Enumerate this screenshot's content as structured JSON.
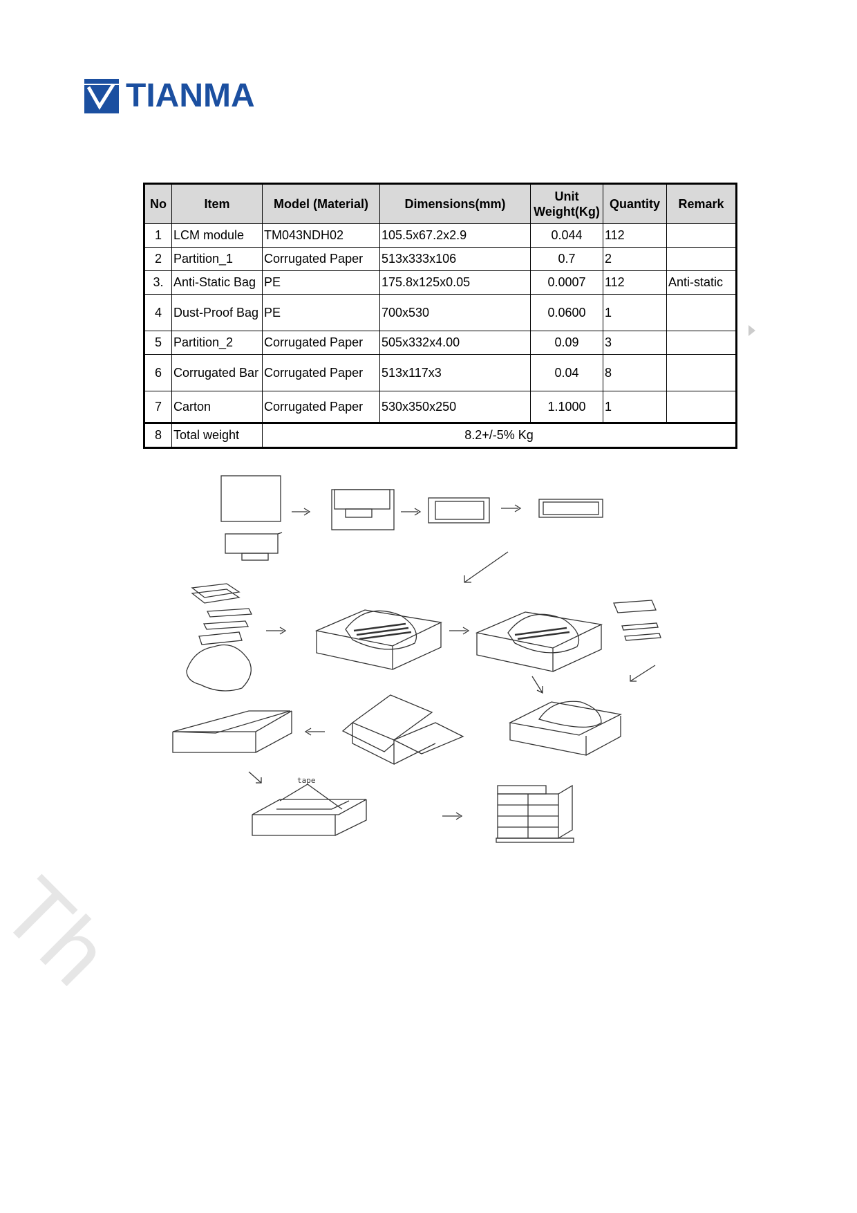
{
  "brand": {
    "name": "TIANMA",
    "color": "#1b4fa0"
  },
  "table": {
    "headers": {
      "no": "No",
      "item": "Item",
      "model": "Model (Material)",
      "dimensions": "Dimensions(mm)",
      "weight_line1": "Unit",
      "weight_line2": "Weight(Kg)",
      "quantity": "Quantity",
      "remark": "Remark"
    },
    "rows": [
      {
        "no": "1",
        "item": "LCM module",
        "model": "TM043NDH02",
        "dimensions": "105.5x67.2x2.9",
        "weight": "0.044",
        "quantity": "112",
        "remark": ""
      },
      {
        "no": "2",
        "item": "Partition_1",
        "model": "Corrugated Paper",
        "dimensions": "513x333x106",
        "weight": "0.7",
        "quantity": "2",
        "remark": ""
      },
      {
        "no": "3.",
        "item": "Anti-Static Bag",
        "model": "PE",
        "dimensions": "175.8x125x0.05",
        "weight": "0.0007",
        "quantity": "112",
        "remark": "Anti-static"
      },
      {
        "no": "4",
        "item": "Dust-Proof Bag",
        "model": "PE",
        "dimensions": "700x530",
        "weight": "0.0600",
        "quantity": "1",
        "remark": ""
      },
      {
        "no": "5",
        "item": "Partition_2",
        "model": "Corrugated Paper",
        "dimensions": "505x332x4.00",
        "weight": "0.09",
        "quantity": "3",
        "remark": ""
      },
      {
        "no": "6",
        "item": "Corrugated Bar",
        "model": "Corrugated Paper",
        "dimensions": "513x117x3",
        "weight": "0.04",
        "quantity": "8",
        "remark": ""
      },
      {
        "no": "7",
        "item": "Carton",
        "model": "Corrugated Paper",
        "dimensions": "530x350x250",
        "weight": "1.1000",
        "quantity": "1",
        "remark": ""
      }
    ],
    "total": {
      "no": "8",
      "label": "Total weight",
      "value": "8.2+/-5% Kg"
    }
  },
  "illustration": {
    "tape_label": "tape"
  },
  "watermark": {
    "text": "Th"
  }
}
